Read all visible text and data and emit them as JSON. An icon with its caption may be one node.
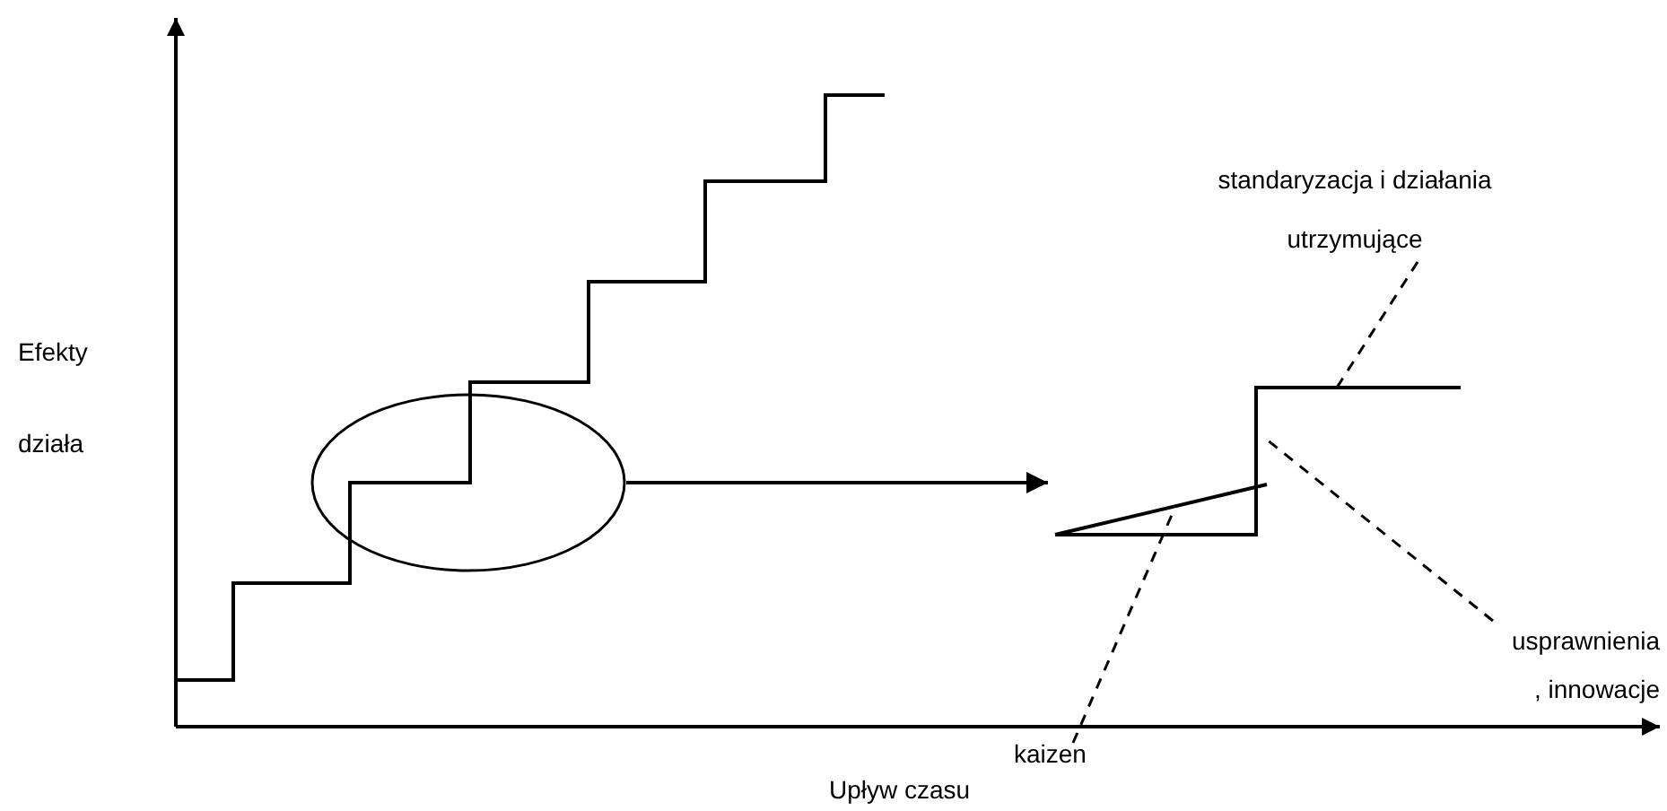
{
  "diagram": {
    "nodes": [
      {
        "text": [],
        "shape": "circle"
      },
      {
        "text": [
          "standaryzacja i działania utrzymujące"
        ]
      },
      {
        "text": [
          "kaizen"
        ]
      },
      {
        "text": [
          "usprawnienia , innowacje"
        ]
      },
      {
        "text": [],
        "shape": "picture"
      }
    ],
    "edges": [
      {
        "from": 0,
        "to": 4,
        "arrow": "to"
      },
      {
        "from": 1,
        "to": 4,
        "arrow": "none",
        "style": "dashed"
      },
      {
        "from": 2,
        "to": 4,
        "arrow": "none",
        "style": "dashed"
      },
      {
        "from": 3,
        "to": 4,
        "arrow": "none",
        "style": "dashed"
      }
    ],
    "labels": [
      "Efekty działa",
      "Upływ czasu"
    ]
  }
}
